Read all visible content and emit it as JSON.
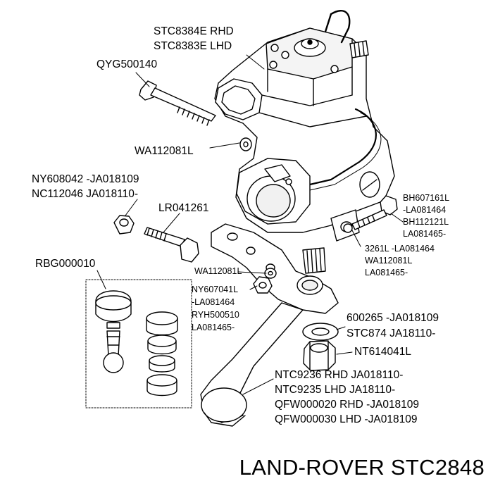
{
  "labels": {
    "stc8384e": "STC8384E RHD",
    "stc8383e": "STC8383E LHD",
    "qyg500140": "QYG500140",
    "wa112081l_top": "WA112081L",
    "ny608042": "NY608042 -JA018109",
    "nc112046": "NC112046 JA018110-",
    "lr041261": "LR041261",
    "rbg000010": "RBG000010",
    "wa112081l_mid": "WA112081L",
    "ny607041l": "NY607041L",
    "la081464_a": "-LA081464",
    "ryh500510": "RYH500510",
    "la081465_a": "LA081465-",
    "bh607161l": "BH607161L",
    "la081464_b": "-LA081464",
    "bh112121l": "BH112121L",
    "la081465_b": "LA081465-",
    "l3261": "3261L -LA081464",
    "wa112081l_right": "WA112081L",
    "la081465_c": "LA081465-",
    "p600265": "600265 -JA018109",
    "stc874": "STC874 JA18110-",
    "nt614041l": "NT614041L",
    "ntc9236": "NTC9236 RHD JA018110-",
    "ntc9235": "NTC9235 LHD JA18110-",
    "qfw000020": "QFW000020 RHD -JA018109",
    "qfw000030": "QFW000030 LHD -JA018109"
  },
  "footer": "LAND-ROVER STC2848"
}
